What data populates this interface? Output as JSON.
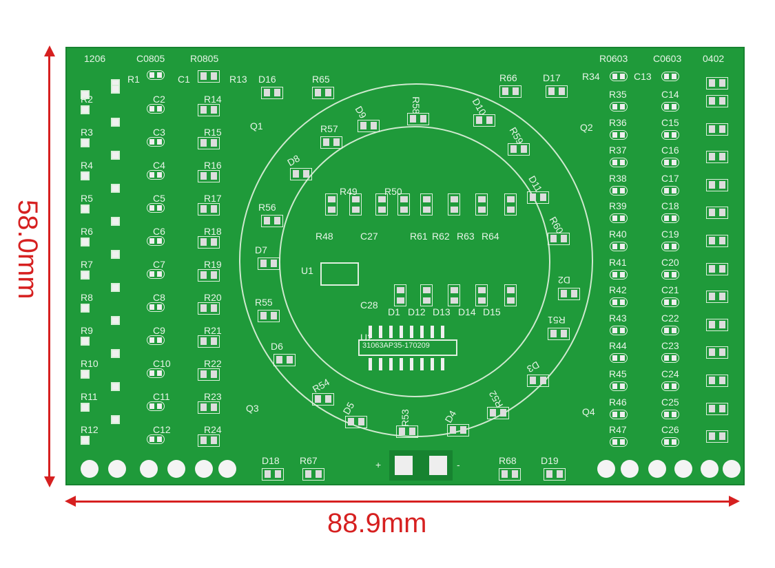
{
  "dimensions": {
    "height_label": "58.0mm",
    "width_label": "88.9mm"
  },
  "column_headers": [
    "1206",
    "C0805",
    "R0805",
    "R0603",
    "C0603",
    "0402"
  ],
  "labels_left": {
    "col1": [
      "R1",
      "R2",
      "R3",
      "R4",
      "R5",
      "R6",
      "R7",
      "R8",
      "R9",
      "R10",
      "R11",
      "R12"
    ],
    "col2": [
      "C1",
      "C2",
      "C3",
      "C4",
      "C5",
      "C6",
      "C7",
      "C8",
      "C9",
      "C10",
      "C11",
      "C12"
    ],
    "col3": [
      "R13",
      "R14",
      "R15",
      "R16",
      "R17",
      "R18",
      "R19",
      "R20",
      "R21",
      "R22",
      "R23",
      "R24"
    ]
  },
  "labels_right": {
    "col1": [
      "R34",
      "R35",
      "R36",
      "R37",
      "R38",
      "R39",
      "R40",
      "R41",
      "R42",
      "R43",
      "R44",
      "R45",
      "R46",
      "R47"
    ],
    "col2": [
      "C13",
      "C14",
      "C15",
      "C16",
      "C17",
      "C18",
      "C19",
      "C20",
      "C21",
      "C22",
      "C23",
      "C24",
      "C25",
      "C26"
    ]
  },
  "labels_center": [
    "D16",
    "R65",
    "Q1",
    "R57",
    "D9",
    "R58",
    "D10",
    "R59",
    "D8",
    "D11",
    "R56",
    "R60",
    "D7",
    "D2",
    "R55",
    "R51",
    "D6",
    "D3",
    "Q3",
    "R54",
    "D5",
    "R53",
    "D4",
    "R52",
    "Q4",
    "D18",
    "R67",
    "R68",
    "D19",
    "R66",
    "D17",
    "Q2",
    "R49",
    "R50",
    "R48",
    "C27",
    "R61",
    "R62",
    "R63",
    "R64",
    "U1",
    "C28",
    "D1",
    "D12",
    "D13",
    "D14",
    "D15",
    "U2"
  ],
  "chip_marking": "31063AP35-170209",
  "power_labels": {
    "plus": "+",
    "minus": "-"
  },
  "colors": {
    "board": "#1f9a3a",
    "dimension": "#d62020"
  }
}
